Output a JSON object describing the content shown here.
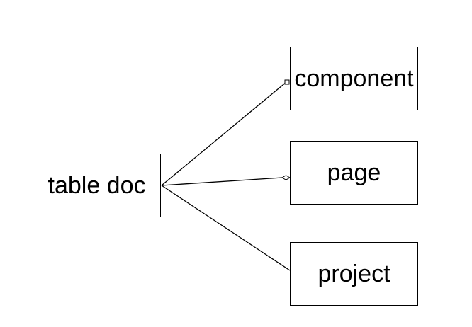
{
  "diagram": {
    "nodes": {
      "table_doc": {
        "label": "table doc"
      },
      "component": {
        "label": "component"
      },
      "page": {
        "label": "page"
      },
      "project": {
        "label": "project"
      }
    },
    "edges": [
      {
        "from": "table doc",
        "to": "component",
        "end_marker": "small-square"
      },
      {
        "from": "table doc",
        "to": "page",
        "end_marker": "diamond"
      },
      {
        "from": "table doc",
        "to": "project",
        "end_marker": "none"
      }
    ],
    "colors": {
      "stroke": "#000000",
      "background": "#ffffff"
    }
  }
}
